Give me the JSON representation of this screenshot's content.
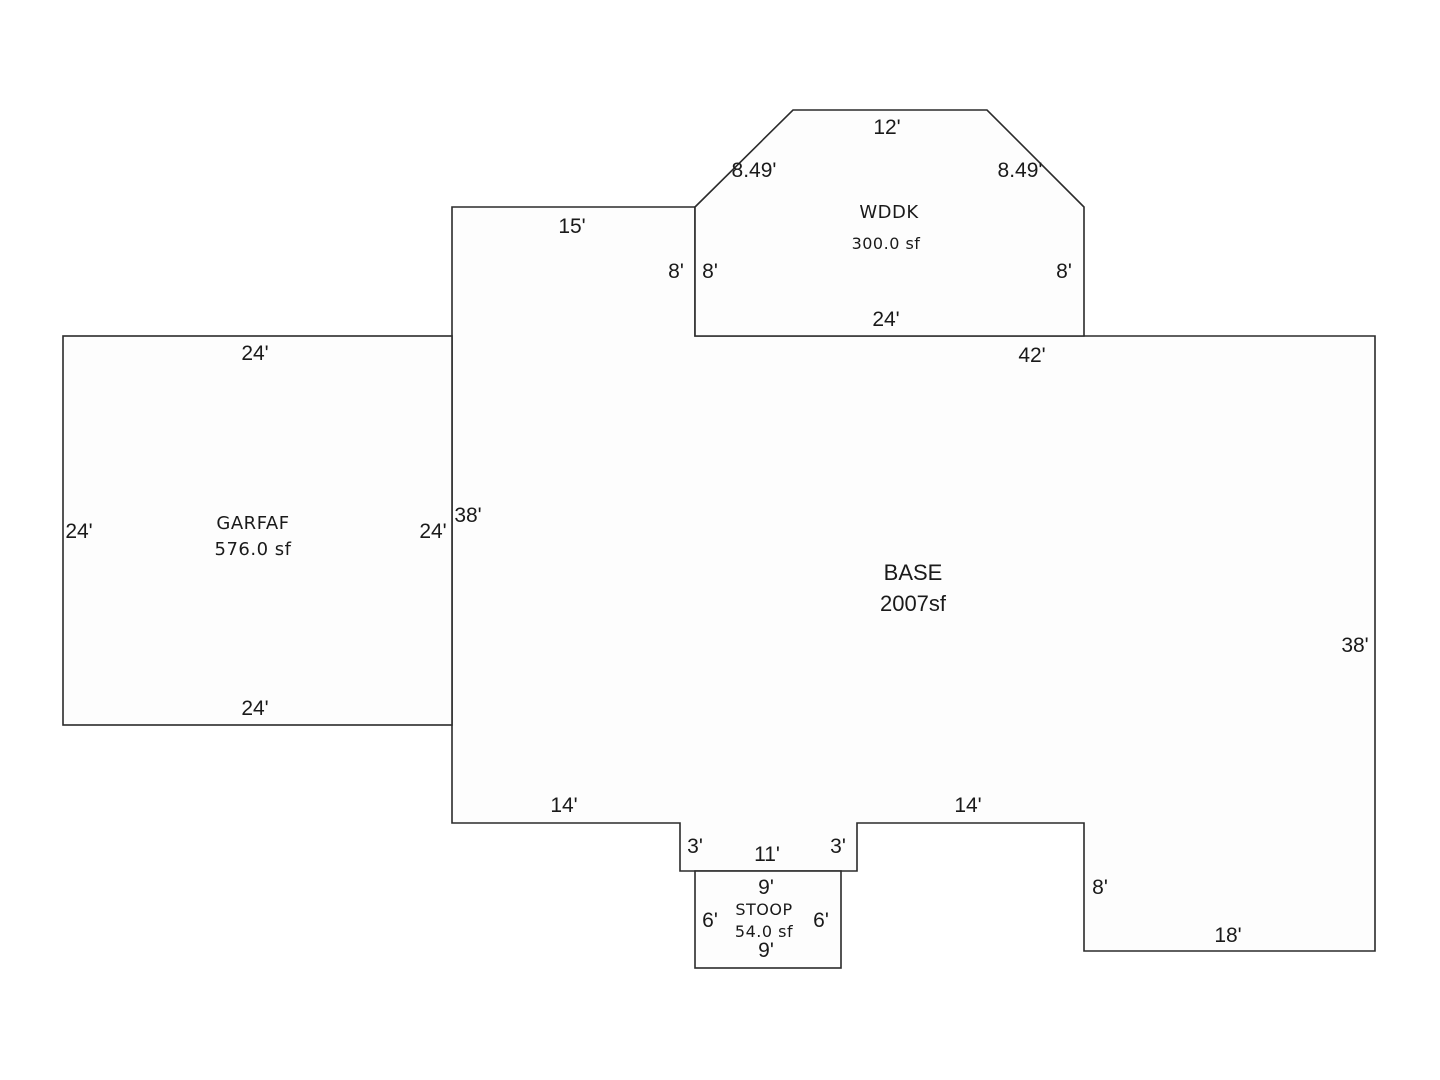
{
  "areas": {
    "base": {
      "name": "BASE",
      "sf": "2007sf"
    },
    "garage": {
      "name": "GARFAF",
      "sf": "576.0 sf"
    },
    "deck": {
      "name": "WDDK",
      "sf": "300.0 sf"
    },
    "stoop": {
      "name": "STOOP",
      "sf": "54.0 sf"
    }
  },
  "dimensions": {
    "base_top_left": "15'",
    "base_notch_left": "8'",
    "base_top_right": "42'",
    "base_left": "38'",
    "base_right": "38'",
    "base_bottom_left": "14'",
    "base_bottom_mid": "11'",
    "base_bottom_right": "14'",
    "base_step_left": "3'",
    "base_step_right": "3'",
    "base_offset_right": "8'",
    "base_bottom_far_right": "18'",
    "garage_top": "24'",
    "garage_bottom": "24'",
    "garage_left": "24'",
    "garage_right": "24'",
    "deck_top": "12'",
    "deck_diag_left": "8.49'",
    "deck_diag_right": "8.49'",
    "deck_left": "8'",
    "deck_right": "8'",
    "deck_bottom": "24'",
    "stoop_top": "9'",
    "stoop_bottom": "9'",
    "stoop_left": "6'",
    "stoop_right": "6'"
  }
}
